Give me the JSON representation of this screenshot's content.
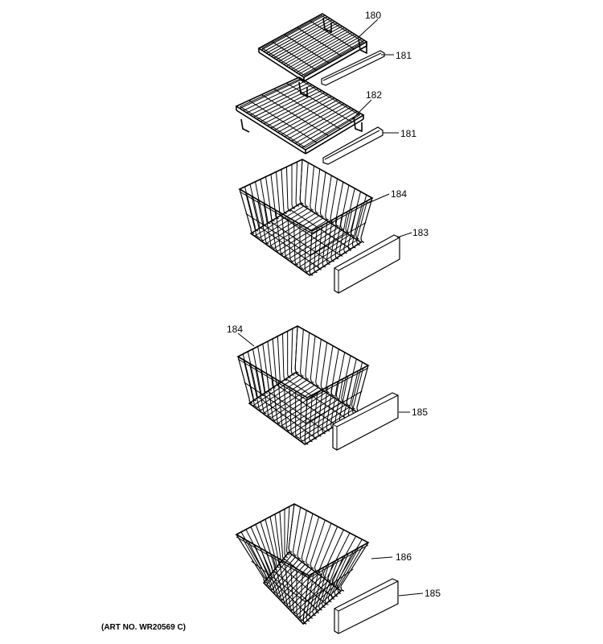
{
  "diagram": {
    "callouts": {
      "c180": "180",
      "c181a": "181",
      "c182": "182",
      "c181b": "181",
      "c184a": "184",
      "c183": "183",
      "c184b": "184",
      "c185a": "185",
      "c186": "186",
      "c185b": "185"
    },
    "art_number": "(ART NO. WR20569 C)"
  }
}
